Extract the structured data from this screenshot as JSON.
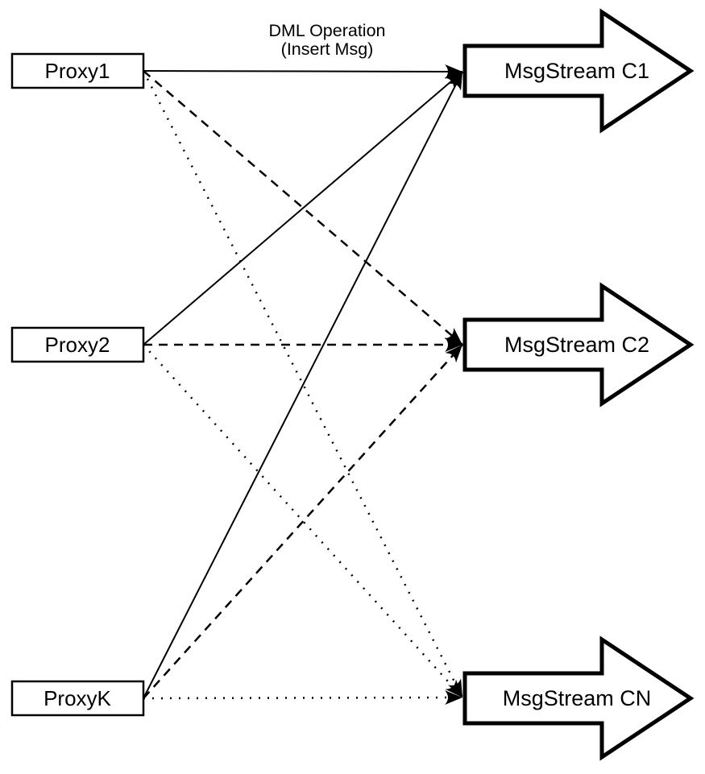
{
  "diagram": {
    "title_line1": "DML Operation",
    "title_line2": "(Insert Msg)",
    "colors": {
      "line": "#000000",
      "shape_fill": "#ffffff",
      "background": "#ffffff"
    },
    "proxies": [
      {
        "id": "Proxy1",
        "label": "Proxy1"
      },
      {
        "id": "Proxy2",
        "label": "Proxy2"
      },
      {
        "id": "ProxyK",
        "label": "ProxyK"
      }
    ],
    "streams": [
      {
        "id": "C1",
        "label": "MsgStream C1"
      },
      {
        "id": "C2",
        "label": "MsgStream C2"
      },
      {
        "id": "CN",
        "label": "MsgStream CN"
      }
    ],
    "edges": [
      {
        "from": "Proxy1",
        "to": "C1",
        "style": "solid"
      },
      {
        "from": "Proxy2",
        "to": "C1",
        "style": "solid"
      },
      {
        "from": "ProxyK",
        "to": "C1",
        "style": "solid"
      },
      {
        "from": "Proxy1",
        "to": "C2",
        "style": "dashed"
      },
      {
        "from": "Proxy2",
        "to": "C2",
        "style": "dashed"
      },
      {
        "from": "ProxyK",
        "to": "C2",
        "style": "dashed"
      },
      {
        "from": "Proxy1",
        "to": "CN",
        "style": "dotted"
      },
      {
        "from": "Proxy2",
        "to": "CN",
        "style": "dotted"
      },
      {
        "from": "ProxyK",
        "to": "CN",
        "style": "dotted"
      }
    ]
  }
}
